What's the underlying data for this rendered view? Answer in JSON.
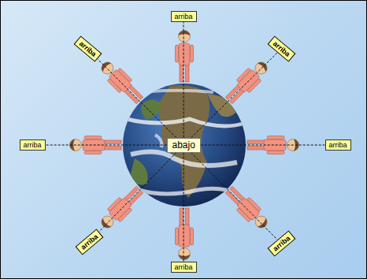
{
  "diagram": {
    "nodes": [
      {
        "text": [
          "arriba"
        ]
      },
      {
        "text": [
          "arriba"
        ]
      },
      {
        "text": [
          "arriba"
        ]
      },
      {
        "text": [
          "arriba"
        ]
      },
      {
        "text": [
          "abajo"
        ]
      },
      {
        "text": [
          "arriba"
        ]
      },
      {
        "text": [
          "arriba"
        ]
      },
      {
        "text": [
          "arriba"
        ]
      },
      {
        "text": [
          "arriba"
        ]
      }
    ],
    "edges": [
      {
        "from": 4,
        "to": 0,
        "arrow": "none"
      },
      {
        "from": 4,
        "to": 1,
        "arrow": "none"
      },
      {
        "from": 4,
        "to": 2,
        "arrow": "none"
      },
      {
        "from": 4,
        "to": 3,
        "arrow": "none"
      },
      {
        "from": 4,
        "to": 5,
        "arrow": "none"
      },
      {
        "from": 4,
        "to": 6,
        "arrow": "none"
      },
      {
        "from": 4,
        "to": 7,
        "arrow": "none"
      },
      {
        "from": 4,
        "to": 8,
        "arrow": "none"
      }
    ]
  }
}
